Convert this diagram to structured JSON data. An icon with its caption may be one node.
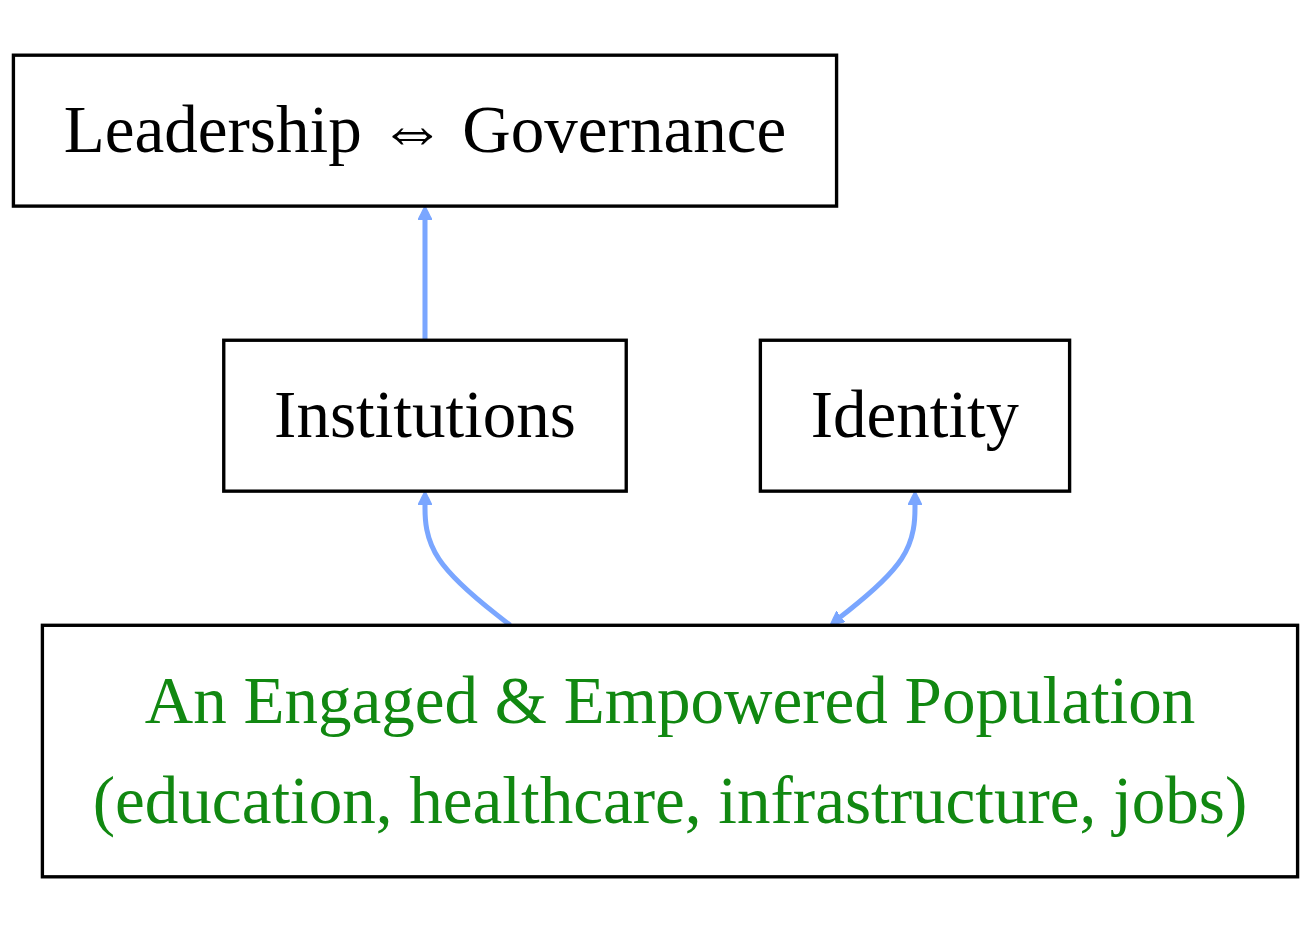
{
  "diagram": {
    "nodes": [
      {
        "text": [
          "Leadership ⇔ Governance"
        ]
      },
      {
        "text": [
          "Institutions"
        ]
      },
      {
        "text": [
          "An Engaged & Empowered Population",
          "(education, healthcare, infrastructure, jobs)"
        ]
      },
      {
        "text": [
          "Identity"
        ]
      }
    ],
    "edges": [
      {
        "from": 1,
        "to": 0,
        "arrow": "to",
        "color": "#7aa6ff"
      },
      {
        "from": 2,
        "to": 1,
        "arrow": "to",
        "color": "#7aa6ff"
      },
      {
        "from": 2,
        "to": 3,
        "arrow": "both",
        "color": "#7aa6ff"
      }
    ]
  }
}
